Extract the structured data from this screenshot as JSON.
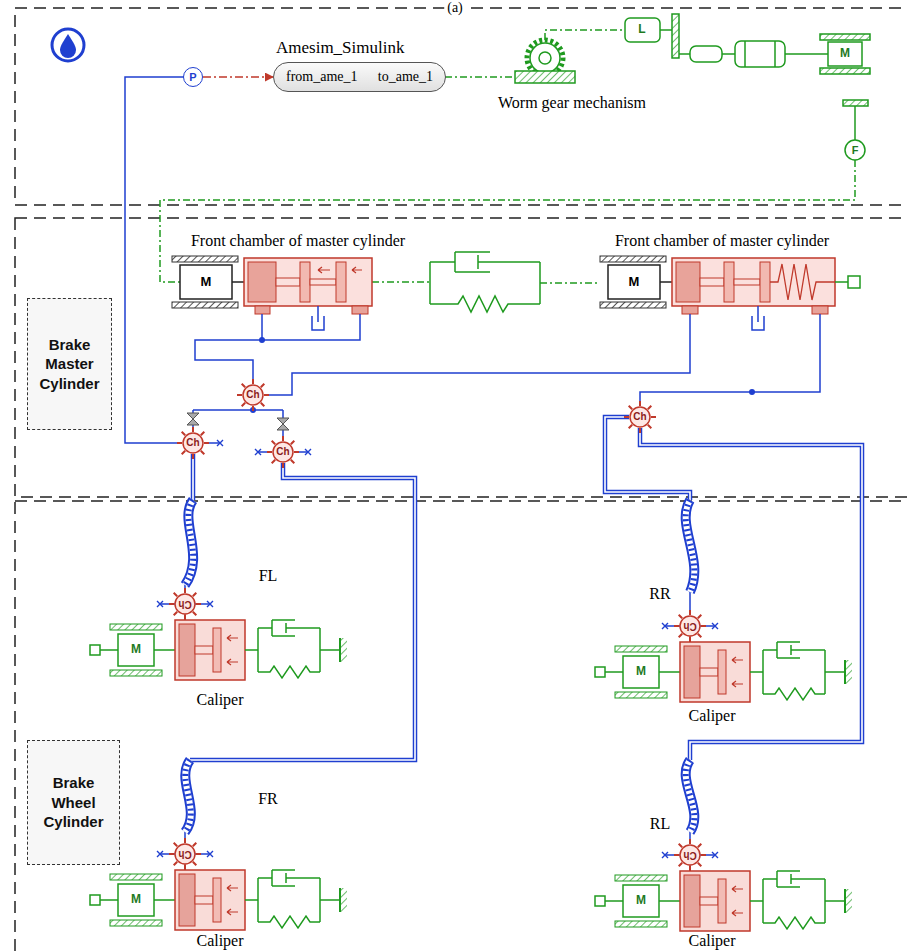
{
  "diagram": {
    "nodes": [
      {
        "text": [
          "Amesim_Simulink",
          "from_ame_1",
          "to_ame_1"
        ]
      },
      {
        "text": [
          "P"
        ]
      },
      {
        "text": [
          "Brake Master Cylinder"
        ]
      },
      {
        "text": [
          "Brake Wheel Cylinder"
        ]
      }
    ],
    "edges": [
      {
        "from": 1,
        "to": 0,
        "arrow": "to"
      }
    ],
    "labels": [
      "(a)",
      "Worm gear mechanism",
      "Front chamber of master cylinder",
      "Front chamber of master cylinder",
      "FL",
      "Caliper",
      "RR",
      "Caliper",
      "FR",
      "Caliper",
      "RL",
      "Caliper",
      "L",
      "M",
      "F",
      "M",
      "M",
      "Ch",
      "Ch",
      "Ch",
      "Ch",
      "Ch",
      "Ch",
      "Ch",
      "Ch",
      "M",
      "M",
      "M",
      "M"
    ]
  }
}
